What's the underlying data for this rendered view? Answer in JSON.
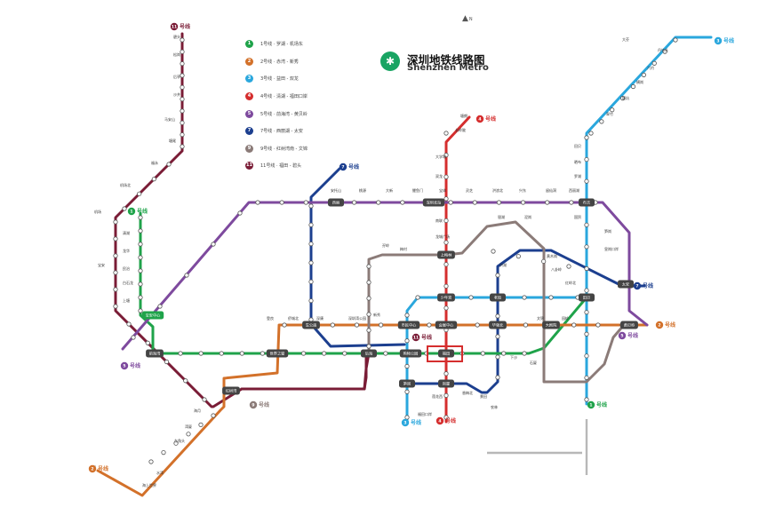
{
  "title_cn": "深圳地铁线路图",
  "title_en": "Shenzhen Metro",
  "logo_glyph": "✱",
  "north_glyph": "▲",
  "north_label": "N",
  "legend": [
    {
      "num": "1",
      "text": "1号线 · 罗湖 - 机场东",
      "color": "#1fa34a"
    },
    {
      "num": "2",
      "text": "2号线 · 赤湾 - 新秀",
      "color": "#d3712a"
    },
    {
      "num": "3",
      "text": "3号线 · 益田 - 双龙",
      "color": "#2aa7dd"
    },
    {
      "num": "4",
      "text": "4号线 · 清湖 - 福田口岸",
      "color": "#d52e2e"
    },
    {
      "num": "5",
      "text": "5号线 · 前海湾 - 黄贝岭",
      "color": "#7e4a9e"
    },
    {
      "num": "7",
      "text": "7号线 · 西丽湖 - 太安",
      "color": "#1c3f8f"
    },
    {
      "num": "9",
      "text": "9号线 · 红树湾南 - 文锦",
      "color": "#8b7b78"
    },
    {
      "num": "11",
      "text": "11号线 · 福田 - 碧头",
      "color": "#7a1c36"
    }
  ],
  "line_tags": [
    {
      "num": "11",
      "text": "号线",
      "color": "#7a1c36"
    },
    {
      "num": "4",
      "text": "号线",
      "color": "#d52e2e"
    },
    {
      "num": "3",
      "text": "号线",
      "color": "#2aa7dd"
    },
    {
      "num": "7",
      "text": "号线",
      "color": "#1c3f8f"
    },
    {
      "num": "1",
      "text": "号线",
      "color": "#1fa34a"
    },
    {
      "num": "7",
      "text": "号线",
      "color": "#1c3f8f"
    },
    {
      "num": "2",
      "text": "号线",
      "color": "#d3712a"
    },
    {
      "num": "5",
      "text": "号线",
      "color": "#7e4a9e"
    },
    {
      "num": "11",
      "text": "号线",
      "color": "#7a1c36"
    },
    {
      "num": "9",
      "text": "号线",
      "color": "#8b7b78"
    },
    {
      "num": "3",
      "text": "号线",
      "color": "#2aa7dd"
    },
    {
      "num": "5",
      "text": "号线",
      "color": "#7e4a9e"
    },
    {
      "num": "1",
      "text": "号线",
      "color": "#1fa34a"
    },
    {
      "num": "2",
      "text": "号线",
      "color": "#d3712a"
    },
    {
      "num": "4",
      "text": "号线",
      "color": "#d52e2e"
    }
  ],
  "hubs": [
    {
      "name": "深圳北站",
      "color": "#444444"
    },
    {
      "name": "西丽",
      "color": "#444444"
    },
    {
      "name": "宝安中心",
      "color": "#1fa34a"
    },
    {
      "name": "前海湾",
      "color": "#444444"
    },
    {
      "name": "车公庙",
      "color": "#444444"
    },
    {
      "name": "会展中心",
      "color": "#444444"
    },
    {
      "name": "购物公园",
      "color": "#444444"
    },
    {
      "name": "福田",
      "color": "#444444"
    },
    {
      "name": "岗厦",
      "color": "#444444"
    },
    {
      "name": "华强北",
      "color": "#444444"
    },
    {
      "name": "大剧院",
      "color": "#444444"
    },
    {
      "name": "老街",
      "color": "#444444"
    },
    {
      "name": "后海",
      "color": "#444444"
    },
    {
      "name": "布吉",
      "color": "#444444"
    },
    {
      "name": "黄贝岭",
      "color": "#444444"
    },
    {
      "name": "上梅林",
      "color": "#444444"
    },
    {
      "name": "红树湾",
      "color": "#444444"
    },
    {
      "name": "少年宫",
      "color": "#444444"
    },
    {
      "name": "世界之窗",
      "color": "#444444"
    },
    {
      "name": "田贝",
      "color": "#444444"
    },
    {
      "name": "笋岗",
      "color": "#444444"
    },
    {
      "name": "市民中心",
      "color": "#444444"
    },
    {
      "name": "太安",
      "color": "#444444"
    }
  ],
  "stations": [
    "碧头",
    "松岗",
    "后亭",
    "沙井",
    "马安山",
    "塘尾",
    "福永",
    "机场北",
    "机场",
    "宝安",
    "清湖",
    "龙华",
    "民治",
    "白石龙",
    "上塘",
    "安托山",
    "桃源",
    "大新",
    "鲤鱼门",
    "宝体",
    "灵芝",
    "洪浪北",
    "兴东",
    "留仙洞",
    "西丽湖",
    "塘朗",
    "长岭陂",
    "大学城",
    "双龙",
    "南联",
    "龙城广场",
    "大芬",
    "丹竹头",
    "六约",
    "横岗",
    "塘坑",
    "翠竹",
    "田贝",
    "晒布",
    "罗湖",
    "国贸",
    "赤湾",
    "海上世界",
    "水湾",
    "东角头",
    "湾厦",
    "海月",
    "登良",
    "侨城北",
    "深康",
    "深圳湾公园",
    "新秀",
    "文锦",
    "园岭",
    "梅村",
    "孖岭",
    "银湖",
    "泥岗",
    "洪湖",
    "黄木岗",
    "八卦岭",
    "红岭北",
    "笋岗",
    "皇岗口岸",
    "福田口岸",
    "莲花西",
    "香梅北",
    "景田",
    "农林",
    "下沙",
    "石厦"
  ]
}
